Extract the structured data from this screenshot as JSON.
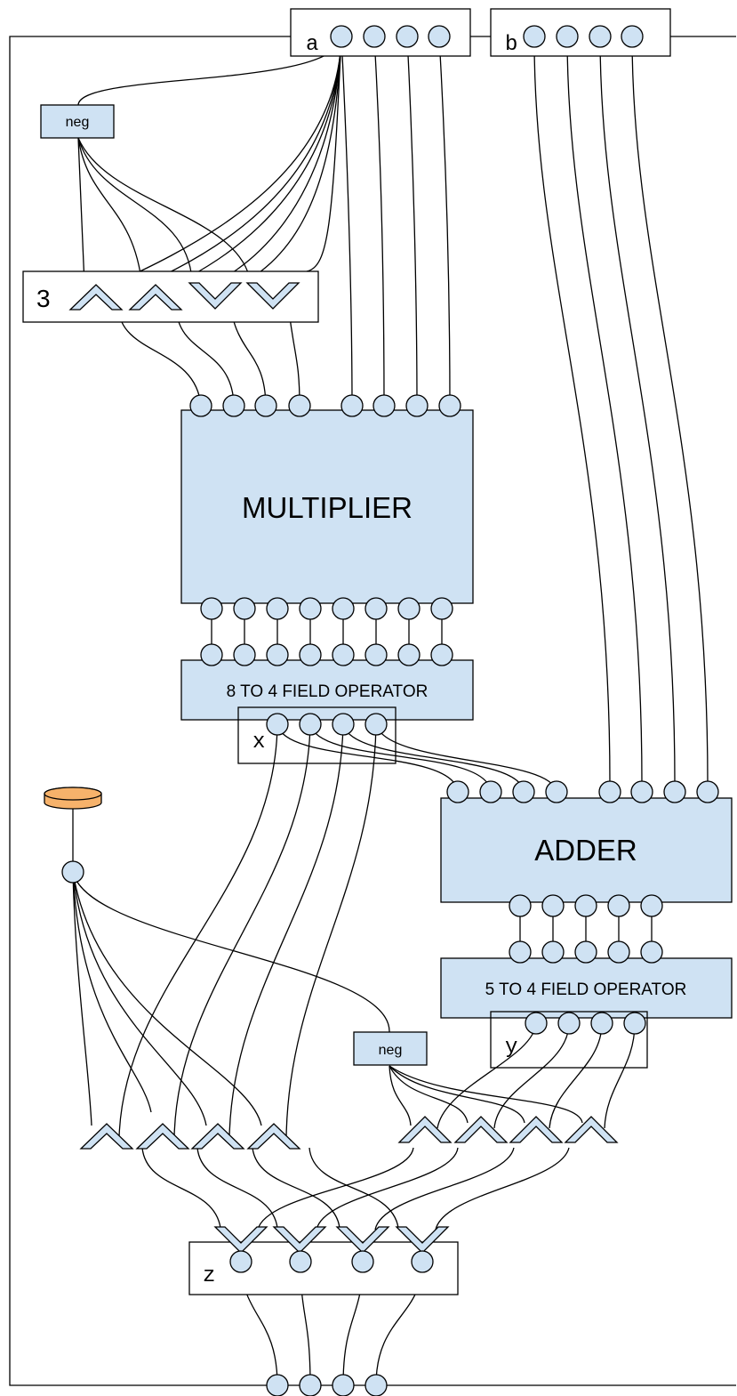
{
  "diagram": {
    "inputs": {
      "a": "a",
      "b": "b"
    },
    "constant": "3",
    "neg_top": "neg",
    "neg_bottom": "neg",
    "multiplier": "MULTIPLIER",
    "field_op_8to4": "8 TO 4 FIELD OPERATOR",
    "x": "x",
    "adder": "ADDER",
    "field_op_5to4": "5 TO 4 FIELD OPERATOR",
    "y": "y",
    "z": "z"
  },
  "colors": {
    "block_fill": "#cfe2f3",
    "clock_fill": "#f6b26b",
    "stroke": "#000000"
  }
}
